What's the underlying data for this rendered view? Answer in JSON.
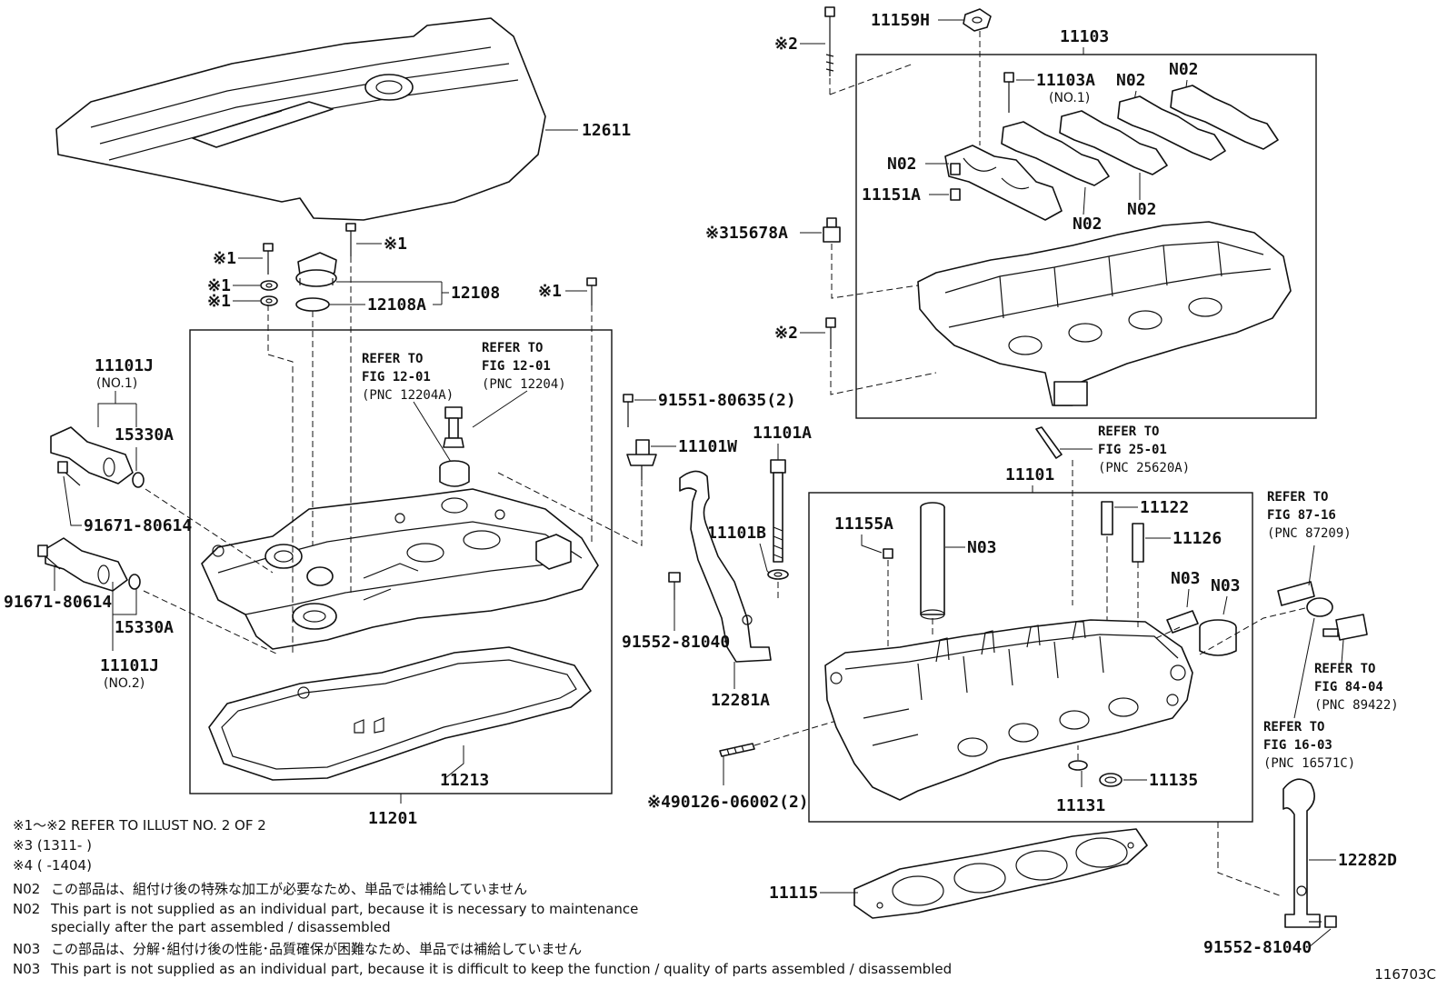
{
  "labels": {
    "l12611": "12611",
    "l11159H": "11159H",
    "l11103": "11103",
    "l11103A": "11103A",
    "l11103A_sub": "(NO.1)",
    "lN02a": "N02",
    "lN02b": "N02",
    "lN02c": "N02",
    "lN02d": "N02",
    "lN02e": "N02",
    "l11151A": "11151A",
    "l15678A": "※315678A",
    "lmark2a": "※2",
    "lmark2b": "※2",
    "lmark1a": "※1",
    "lmark1b": "※1",
    "lmark1c": "※1",
    "lmark1d": "※1",
    "lmark1e": "※1",
    "l12108": "12108",
    "l12108A": "12108A",
    "l11101J_1": "11101J",
    "l11101J_1sub": "(NO.1)",
    "l15330A_1": "15330A",
    "l91671_1": "91671-80614",
    "l91671_2": "91671-80614",
    "l15330A_2": "15330A",
    "l11101J_2": "11101J",
    "l11101J_2sub": "(NO.2)",
    "l91551": "91551-80635(2)",
    "l11101W": "11101W",
    "l11101A": "11101A",
    "l11101B": "11101B",
    "l91552a": "91552-81040",
    "l12281A": "12281A",
    "l11213": "11213",
    "l11201": "11201",
    "l90126": "※490126-06002(2)",
    "l11101": "11101",
    "l11155A": "11155A",
    "lN03a": "N03",
    "lN03b": "N03",
    "lN03c": "N03",
    "l11122": "11122",
    "l11126": "11126",
    "l11135": "11135",
    "l11131": "11131",
    "l11115": "11115",
    "l12282D": "12282D",
    "l91552b": "91552-81040"
  },
  "refs": {
    "r1": {
      "line1": "REFER TO",
      "line2": "FIG 12-01",
      "line3": "(PNC 12204A)"
    },
    "r2": {
      "line1": "REFER TO",
      "line2": "FIG 12-01",
      "line3": "(PNC 12204)"
    },
    "r3": {
      "line1": "REFER TO",
      "line2": "FIG 25-01",
      "line3": "(PNC 25620A)"
    },
    "r4": {
      "line1": "REFER TO",
      "line2": "FIG 87-16",
      "line3": "(PNC 87209)"
    },
    "r5": {
      "line1": "REFER TO",
      "line2": "FIG 84-04",
      "line3": "(PNC 89422)"
    },
    "r6": {
      "line1": "REFER TO",
      "line2": "FIG 16-03",
      "line3": "(PNC 16571C)"
    }
  },
  "notes": [
    {
      "code": "",
      "text": "※1～※2  REFER TO ILLUST NO. 2 OF 2"
    },
    {
      "code": "",
      "text": "※3 (1311-        )"
    },
    {
      "code": "",
      "text": "※4 (        -1404)"
    },
    {
      "code": "N02",
      "text": "この部品は、組付け後の特殊な加工が必要なため、単品では補給していません"
    },
    {
      "code": "N02",
      "text": "This part is not supplied as an individual part, because it is necessary to maintenance"
    },
    {
      "code": "",
      "text": "specially after the part assembled / disassembled"
    },
    {
      "code": "N03",
      "text": "この部品は、分解･組付け後の性能･品質確保が困難なため、単品では補給していません"
    },
    {
      "code": "N03",
      "text": "This part is not supplied as an individual part, because it is difficult to keep the function / quality of parts  assembled / disassembled"
    }
  ],
  "illustration_code": "116703C"
}
